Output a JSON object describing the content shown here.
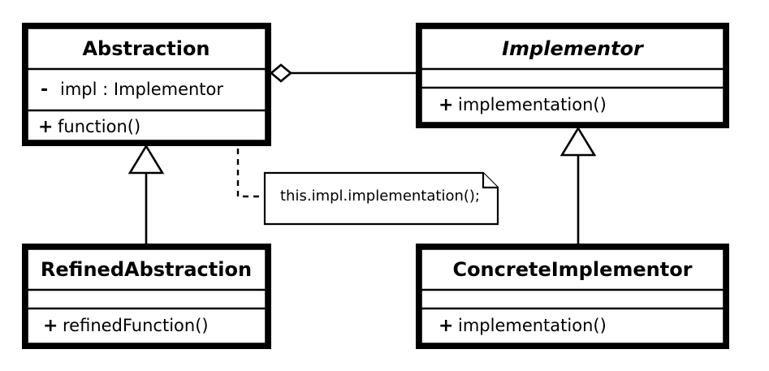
{
  "diagram": {
    "kind": "uml-class-diagram",
    "pattern": "Bridge",
    "background_color": "#ffffff",
    "line_color": "#000000"
  },
  "classes": [
    {
      "id": "abstraction",
      "name": "Abstraction",
      "abstract": false,
      "attributes": [
        {
          "visibility": "-",
          "text": "impl : Implementor"
        }
      ],
      "operations": [
        {
          "visibility": "+",
          "text": "function()"
        }
      ]
    },
    {
      "id": "implementor",
      "name": "Implementor",
      "abstract": true,
      "attributes": [],
      "operations": [
        {
          "visibility": "+",
          "text": "implementation()"
        }
      ]
    },
    {
      "id": "refined-abstraction",
      "name": "RefinedAbstraction",
      "abstract": false,
      "attributes": [],
      "operations": [
        {
          "visibility": "+",
          "text": "refinedFunction()"
        }
      ]
    },
    {
      "id": "concrete-implementor",
      "name": "ConcreteImplementor",
      "abstract": false,
      "attributes": [],
      "operations": [
        {
          "visibility": "+",
          "text": "implementation()"
        }
      ]
    }
  ],
  "note": {
    "text": "this.impl.implementation();"
  },
  "relationships": [
    {
      "id": "aggregation",
      "type": "aggregation",
      "marker": "hollow-diamond",
      "from": "abstraction",
      "to": "implementor"
    },
    {
      "id": "generalization-abstraction",
      "type": "generalization",
      "marker": "hollow-triangle",
      "from": "refined-abstraction",
      "to": "abstraction"
    },
    {
      "id": "generalization-implementor",
      "type": "generalization",
      "marker": "hollow-triangle",
      "from": "concrete-implementor",
      "to": "implementor"
    },
    {
      "id": "note-link",
      "type": "note-anchor",
      "marker": "hollow-circle",
      "from": "abstraction-function",
      "to": "note"
    }
  ]
}
